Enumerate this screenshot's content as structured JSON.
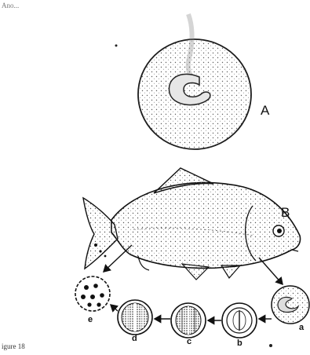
{
  "header_text": "Ano...",
  "figure": {
    "label_a": "A",
    "label_b": "B",
    "stages": [
      "a",
      "b",
      "c",
      "d",
      "e"
    ],
    "caption": "igure 18"
  }
}
